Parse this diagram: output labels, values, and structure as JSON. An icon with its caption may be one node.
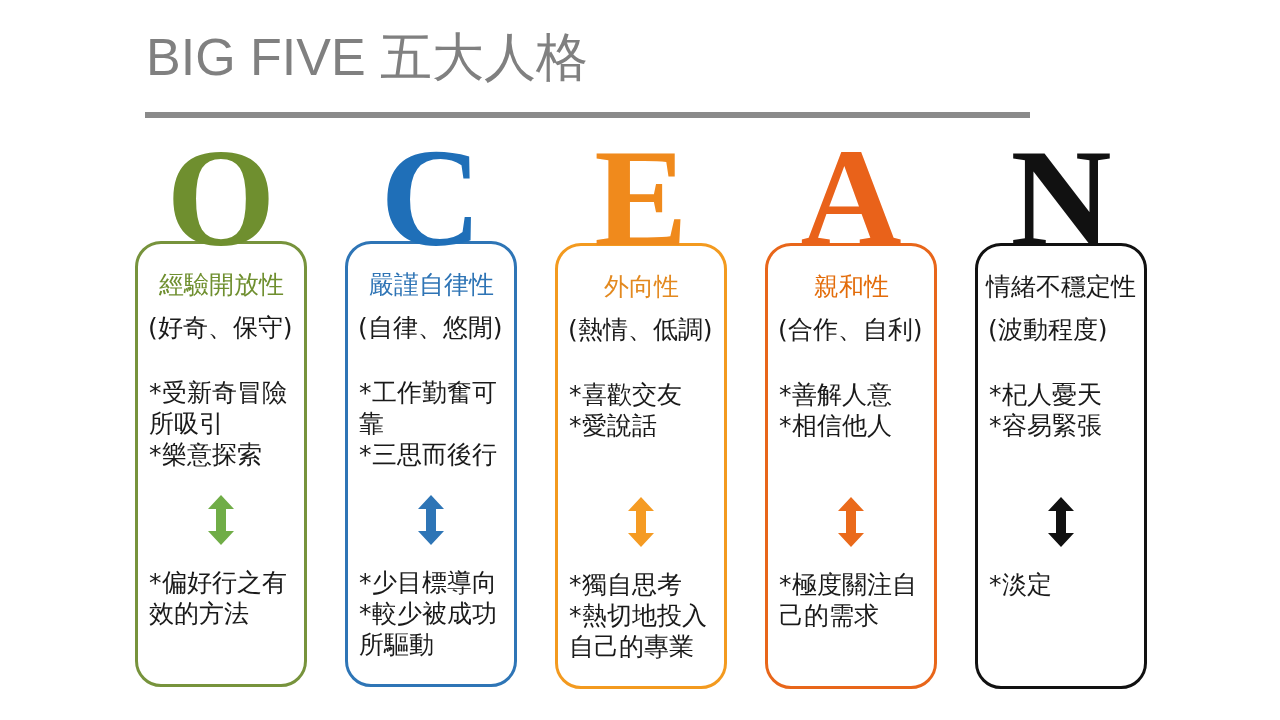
{
  "diagram": {
    "title": "BIG FIVE 五大人格",
    "nodes": [
      {
        "text": [
          "O",
          "經驗開放性",
          "(好奇、保守)",
          "*受新奇冒險所吸引",
          "*樂意探索",
          "*偏好行之有效的方法"
        ]
      },
      {
        "text": [
          "C",
          "嚴謹自律性",
          "(自律、悠閒)",
          "*工作勤奮可靠",
          "*三思而後行",
          "*少目標導向",
          "*較少被成功所驅動"
        ]
      },
      {
        "text": [
          "E",
          "外向性",
          "(熱情、低調)",
          "*喜歡交友",
          "*愛說話",
          "*獨自思考",
          "*熱切地投入自己的專業"
        ]
      },
      {
        "text": [
          "A",
          "親和性",
          "(合作、自利)",
          "*善解人意",
          "*相信他人",
          "*極度關注自己的需求"
        ]
      },
      {
        "text": [
          "N",
          "情緒不穩定性",
          "(波動程度)",
          "*杞人憂天",
          "*容易緊張",
          "*淡定"
        ]
      }
    ]
  }
}
